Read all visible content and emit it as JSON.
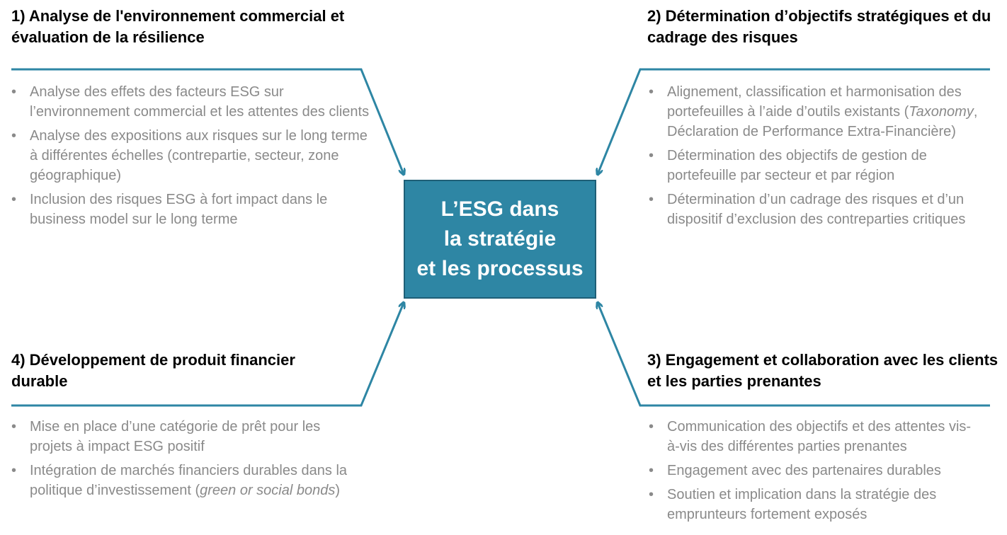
{
  "center": {
    "text": "L’ESG dans\nla stratégie\net les processus"
  },
  "quadrants": {
    "q1": {
      "title": "1) Analyse de l'environnement commercial et évaluation de la résilience",
      "items": [
        "Analyse des effets des facteurs ESG sur l’environnement commercial et les attentes des clients",
        "Analyse des expositions aux risques sur le long terme à différentes échelles (contrepartie, secteur, zone géographique)",
        "Inclusion des risques ESG à fort impact dans le business model sur le long terme"
      ]
    },
    "q2": {
      "title": "2) Détermination d’objectifs stratégiques et du cadrage des risques",
      "items": [
        {
          "pre": "Alignement, classification et harmonisation des portefeuilles à l’aide d’outils existants (",
          "em": "Taxonomy",
          "post": ", Déclaration de Performance Extra-Financière)"
        },
        "Détermination des objectifs de gestion de portefeuille par secteur et par région",
        "Détermination d’un cadrage des risques et d’un dispositif d’exclusion des contreparties critiques"
      ]
    },
    "q3": {
      "title": "3) Engagement et collaboration avec les clients et les parties prenantes",
      "items": [
        "Communication des objectifs et des attentes vis-à-vis des différentes parties prenantes",
        "Engagement avec des partenaires durables",
        "Soutien et implication dans la stratégie des emprunteurs fortement exposés"
      ]
    },
    "q4": {
      "title": "4) Développement de produit financier durable",
      "items": [
        "Mise en place d’une catégorie de prêt pour les projets à impact ESG positif",
        {
          "pre": "Intégration de marchés financiers durables dans la politique d’investissement (",
          "em": "green or social bonds",
          "post": ")"
        }
      ]
    }
  },
  "colors": {
    "accent": "#2e86a4",
    "text_muted": "#8a8a8a",
    "title": "#000000"
  },
  "bullet": "•"
}
